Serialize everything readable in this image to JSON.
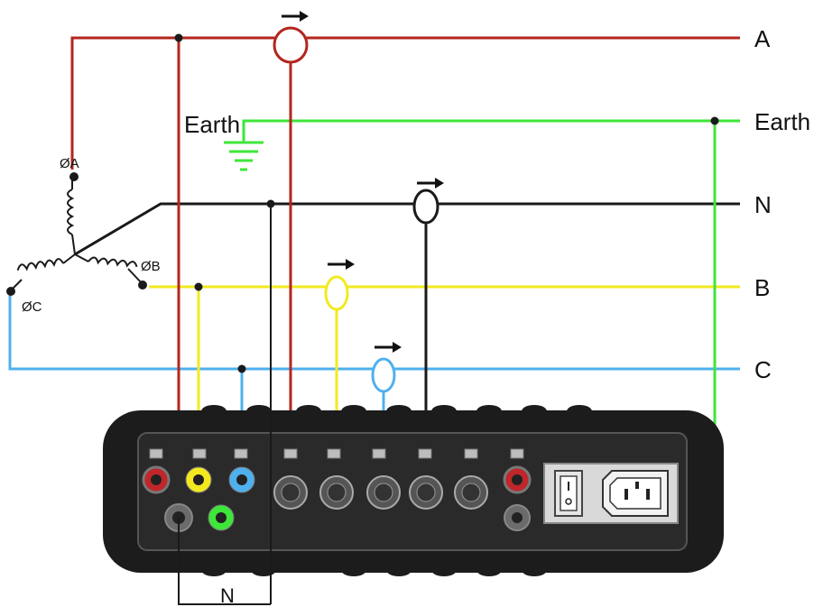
{
  "lines": {
    "A": "A",
    "earth": "Earth",
    "N": "N",
    "B": "B",
    "C": "C"
  },
  "earth_symbol_label": "Earth",
  "windings": {
    "phase_a": "ØA",
    "phase_b": "ØB",
    "phase_c": "ØC"
  },
  "neutral_link_label": "N",
  "colors": {
    "phase_a": "#b3261e",
    "earth": "#3ee63a",
    "neutral": "#1a1a1a",
    "phase_b": "#f2ea1f",
    "phase_c": "#4fb0ee",
    "device_body": "#1c1c1c",
    "device_panel": "#2a2a2a"
  },
  "device": {
    "voltage_inputs": [
      "phase-a",
      "phase-b",
      "phase-c",
      "neutral",
      "earth"
    ],
    "current_inputs": [
      "phase-a",
      "phase-b",
      "phase-c",
      "neutral",
      "spare"
    ],
    "power_inlet": "iec-inlet",
    "power_switch": "rocker-switch"
  }
}
